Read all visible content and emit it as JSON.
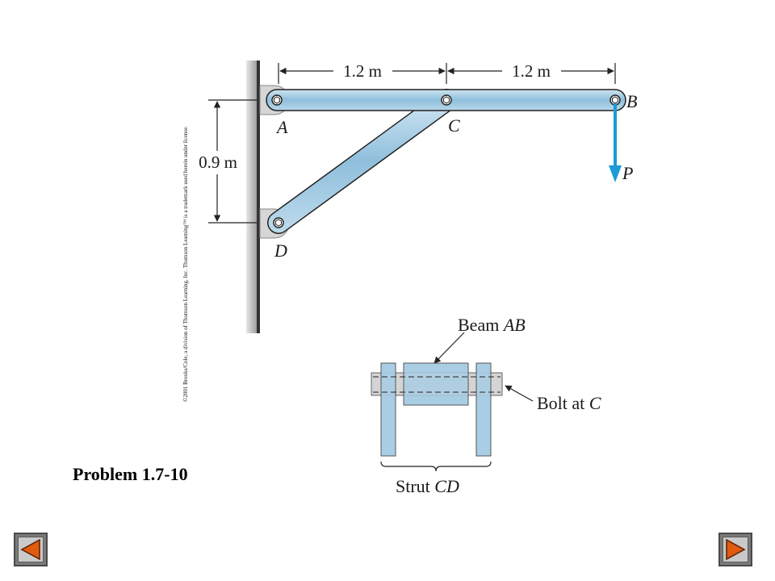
{
  "figure": {
    "copyright": "©2001 Brooks/Cole, a division of Thomson Learning, Inc. Thomson Learning™ is a trademark used herein under license.",
    "dim_ac": "1.2 m",
    "dim_cb": "1.2 m",
    "dim_ad": "0.9 m",
    "label_a": "A",
    "label_b": "B",
    "label_c": "C",
    "label_d": "D",
    "label_p": "P",
    "detail": {
      "beam_prefix": "Beam ",
      "beam_name": "AB",
      "bolt_prefix": "Bolt at ",
      "bolt_name": "C",
      "strut_prefix": "Strut ",
      "strut_name": "CD"
    }
  },
  "caption": "Problem 1.7-10",
  "nav": {
    "prev_icon": "left-triangle-icon",
    "next_icon": "right-triangle-icon"
  },
  "colors": {
    "member_fill": "#a9cde3",
    "member_stroke": "#222222",
    "arrow_load": "#1b9ad6",
    "nav_arrow": "#e05a10"
  }
}
